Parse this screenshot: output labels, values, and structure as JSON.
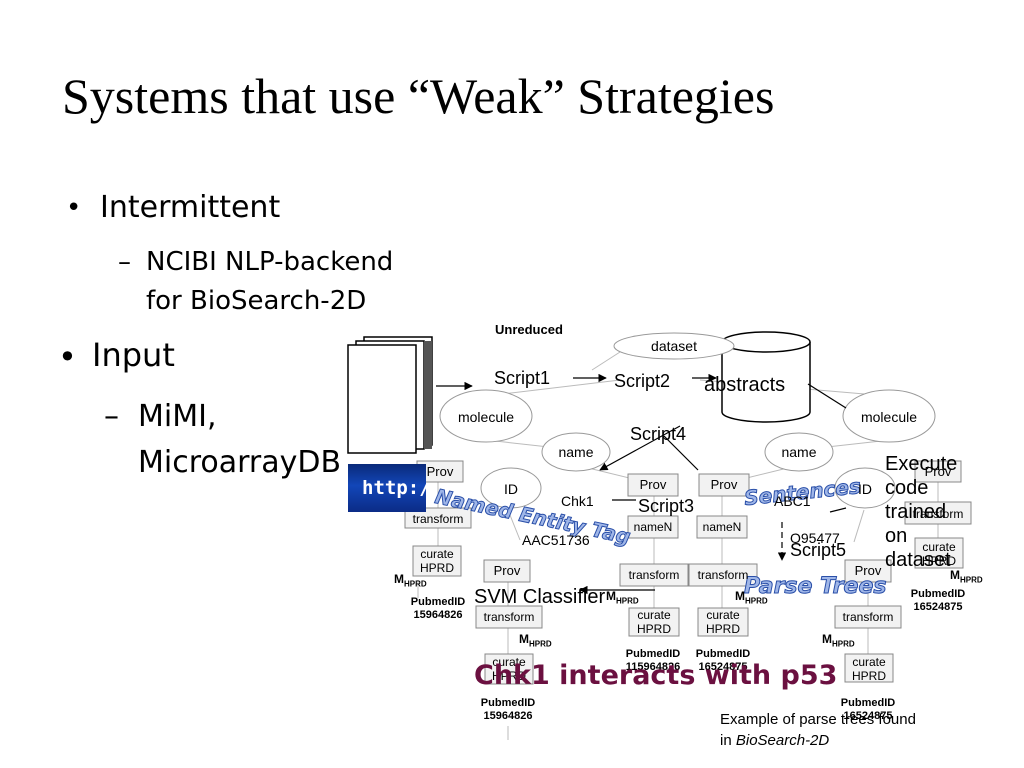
{
  "slide": {
    "title": "Systems that use “Weak” Strategies",
    "bullets": [
      {
        "text": "Intermittent",
        "sub": [
          "NCIBI NLP-backend",
          "for BioSearch-2D"
        ]
      },
      {
        "text": "Input",
        "sub": [
          "MiMI,",
          "MicroarrayDB"
        ]
      }
    ],
    "bullet_glyph": "•",
    "dash_glyph": "–"
  },
  "diagram": {
    "unreduced": "Unreduced",
    "dataset": "dataset",
    "abstracts": "abstracts",
    "script1": "Script1",
    "script2": "Script2",
    "script3": "Script3",
    "script4": "Script4",
    "script5": "Script5",
    "molecule": "molecule",
    "name": "name",
    "id": "ID",
    "prov": "Prov",
    "transform": "transform",
    "curate_l1": "curate",
    "curate_l2": "HPRD",
    "nameN": "nameN",
    "chk1": "Chk1",
    "abc1": "ABC1",
    "aac": "AAC51736",
    "o95477": "O95477",
    "m": "M",
    "m_sub": "HPRD",
    "pubmed": "PubmedID",
    "pm1": "15964826",
    "pm2": "16524875",
    "pm3": "115964826",
    "svm": "SVM Classifier",
    "execute": [
      "Execute",
      "code",
      "trained",
      "on",
      "dataset"
    ],
    "http": "http://",
    "wordart": {
      "name_entity": "Named Entity Tag",
      "sentences": "Sentences",
      "parse_trees": "Parse Trees"
    },
    "headline": "Chk1 interacts with p53",
    "caption_line1": "Example of parse trees found",
    "caption_in": "in",
    "caption_italic": "BioSearch-2D"
  },
  "colors": {
    "headline": "#6b1040",
    "http_bg": "#1246b8",
    "wordart_fill": "#9fb6e8",
    "wordart_stroke": "#2a4fa8"
  }
}
